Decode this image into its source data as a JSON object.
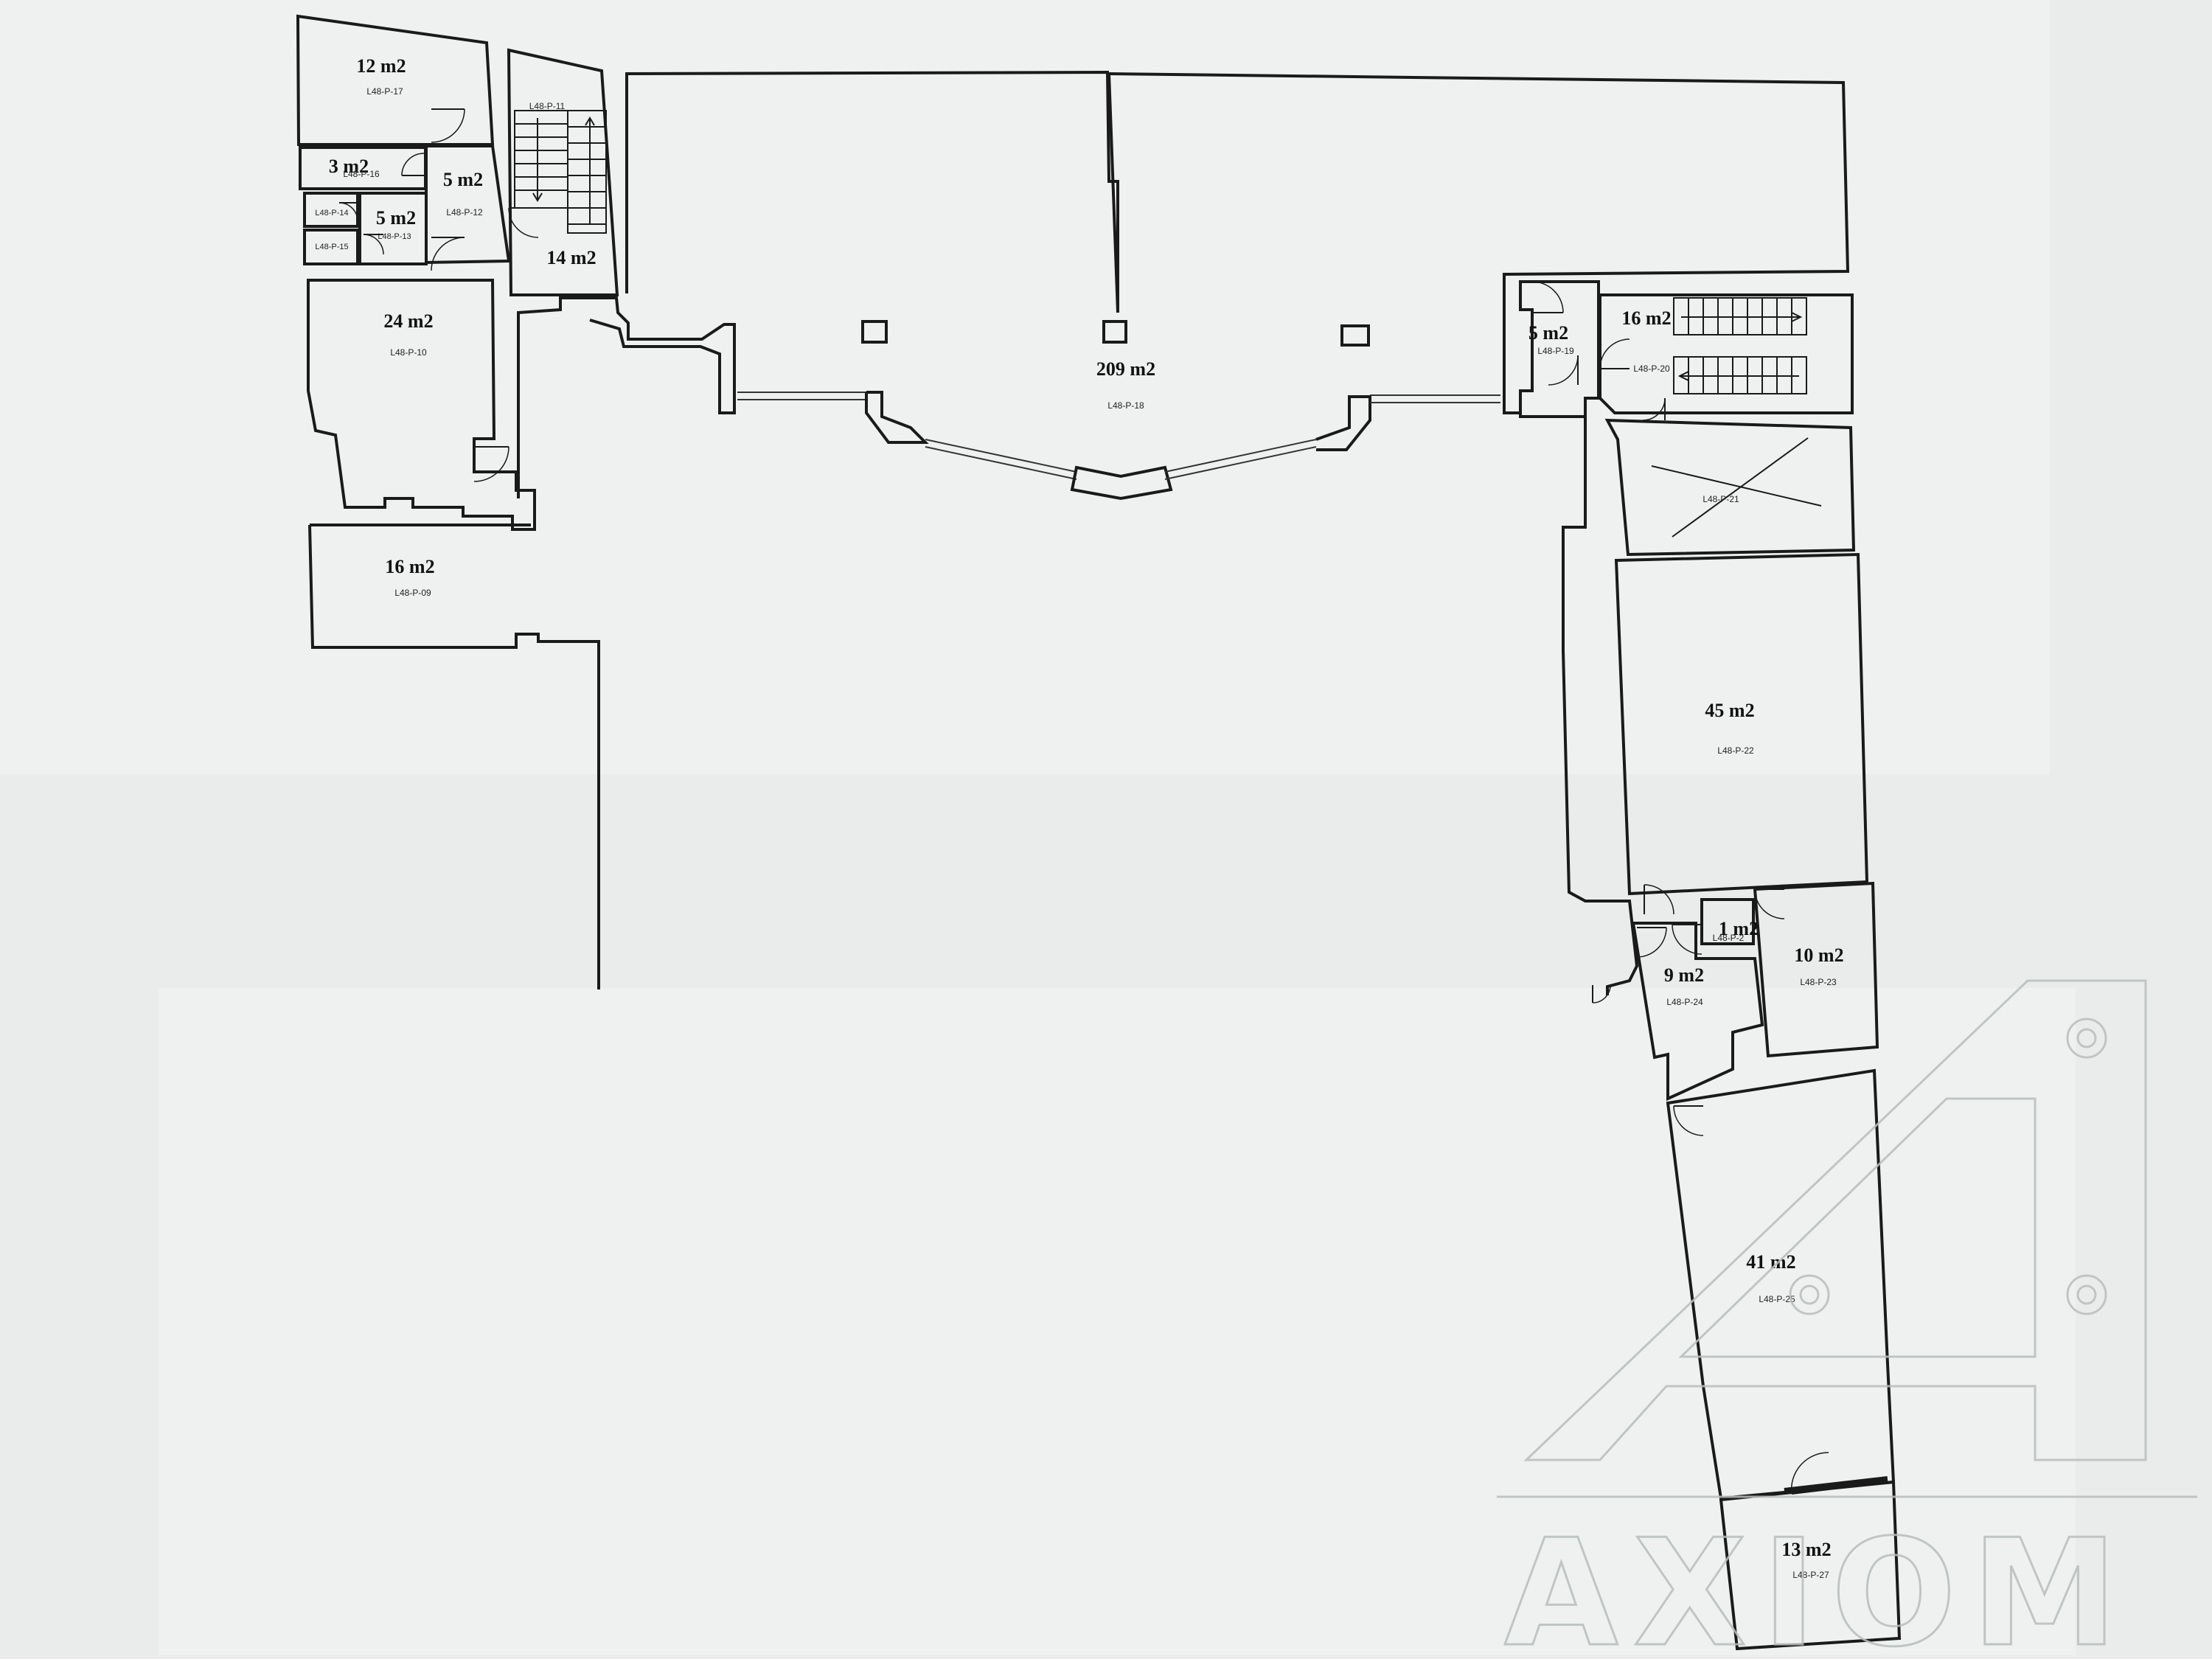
{
  "plan": {
    "rooms": [
      {
        "id": "p17",
        "area": "12 m2",
        "code": "L48-P-17"
      },
      {
        "id": "p11",
        "area": "14 m2",
        "code": "L48-P-11"
      },
      {
        "id": "p16",
        "area": "3 m2",
        "code": "L48-P-16"
      },
      {
        "id": "p12",
        "area": "5 m2",
        "code": "L48-P-12"
      },
      {
        "id": "p14",
        "area": "",
        "code": "L48-P-14"
      },
      {
        "id": "p13",
        "area": "5 m2",
        "code": "L48-P-13"
      },
      {
        "id": "p15",
        "area": "",
        "code": "L48-P-15"
      },
      {
        "id": "p10",
        "area": "24 m2",
        "code": "L48-P-10"
      },
      {
        "id": "p09",
        "area": "16 m2",
        "code": "L48-P-09"
      },
      {
        "id": "p18",
        "area": "209 m2",
        "code": "L48-P-18"
      },
      {
        "id": "p19",
        "area": "5 m2",
        "code": "L48-P-19"
      },
      {
        "id": "p20",
        "area": "16 m2",
        "code": "L48-P-20"
      },
      {
        "id": "p21",
        "area": "",
        "code": "L48-P-21"
      },
      {
        "id": "p22",
        "area": "45 m2",
        "code": "L48-P-22"
      },
      {
        "id": "p2x",
        "area": "1 m2",
        "code": "L48-P-2"
      },
      {
        "id": "p23",
        "area": "10 m2",
        "code": "L48-P-23"
      },
      {
        "id": "p24",
        "area": "9 m2",
        "code": "L48-P-24"
      },
      {
        "id": "p25",
        "area": "41 m2",
        "code": "L48-P-25"
      },
      {
        "id": "p27",
        "area": "13 m2",
        "code": "L48-P-27"
      }
    ],
    "watermark": {
      "text": "AXIOM",
      "icon": "axiom-logo-icon"
    }
  }
}
